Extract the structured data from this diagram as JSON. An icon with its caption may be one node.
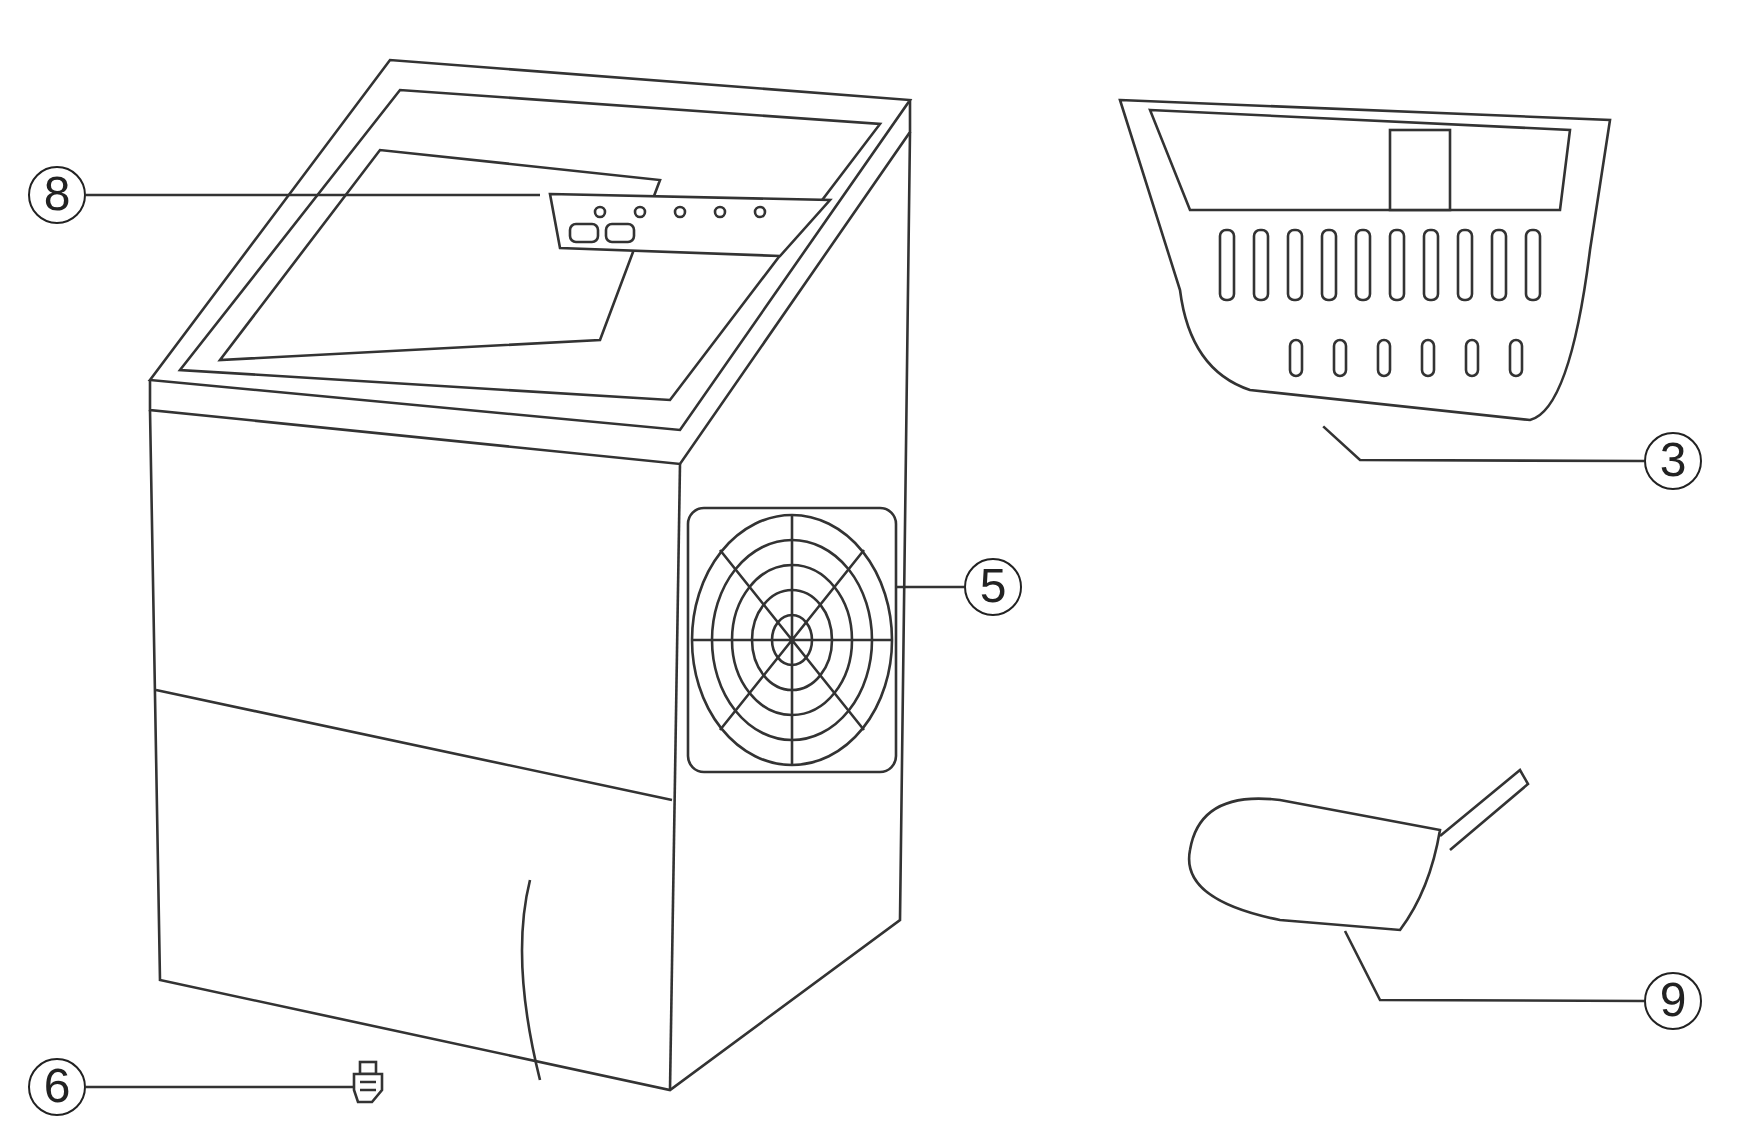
{
  "diagram": {
    "nodes": [
      {
        "text": [
          "8"
        ]
      },
      {
        "text": [],
        "shape": "picture"
      },
      {
        "text": [
          "3"
        ]
      },
      {
        "text": [],
        "shape": "picture"
      },
      {
        "text": [
          "5"
        ]
      },
      {
        "text": [],
        "shape": "picture"
      },
      {
        "text": [
          "9"
        ]
      },
      {
        "text": [],
        "shape": "picture"
      },
      {
        "text": [
          "6"
        ]
      },
      {
        "text": [],
        "shape": "picture"
      }
    ],
    "edges": [
      {
        "from": 0,
        "to": 1,
        "arrow": "none"
      },
      {
        "from": 2,
        "to": 3,
        "arrow": "none"
      },
      {
        "from": 4,
        "to": 5,
        "arrow": "none"
      },
      {
        "from": 6,
        "to": 7,
        "arrow": "none"
      },
      {
        "from": 8,
        "to": 9,
        "arrow": "none"
      }
    ]
  }
}
